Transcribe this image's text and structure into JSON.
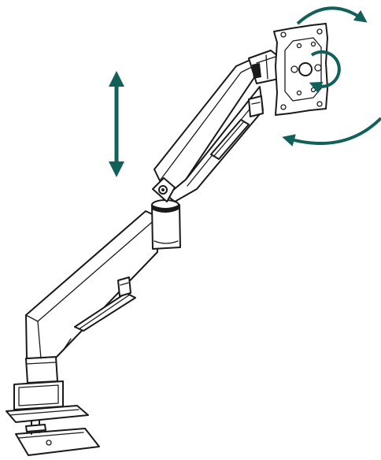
{
  "illustration": {
    "subject": "monitor-arm",
    "colors": {
      "outline": "#1a1a1a",
      "background": "#ffffff",
      "arrow": "#11605a"
    },
    "arrows": [
      {
        "name": "height-adjust-arrow",
        "icon": "vertical-double-arrow-icon"
      },
      {
        "name": "tilt-arrow",
        "icon": "curved-arrow-icon"
      },
      {
        "name": "rotate-arrow",
        "icon": "circular-arrow-icon"
      },
      {
        "name": "swivel-arrow",
        "icon": "curved-arrow-icon"
      }
    ]
  }
}
